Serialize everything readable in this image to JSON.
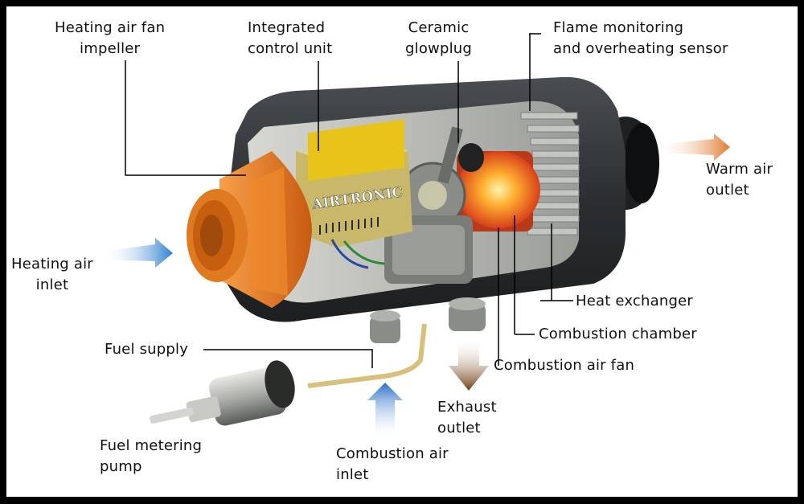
{
  "labels": {
    "fan_impeller_1": "Heating air fan",
    "fan_impeller_2": "impeller",
    "control_unit_1": "Integrated",
    "control_unit_2": "control unit",
    "glowplug_1": "Ceramic",
    "glowplug_2": "glowplug",
    "flame_sensor_1": "Flame monitoring",
    "flame_sensor_2": "and overheating sensor",
    "warm_air_1": "Warm air",
    "warm_air_2": "outlet",
    "heating_inlet_1": "Heating air",
    "heating_inlet_2": "inlet",
    "heat_exchanger": "Heat exchanger",
    "combustion_chamber": "Combustion chamber",
    "combustion_fan": "Combustion air fan",
    "fuel_supply": "Fuel supply",
    "exhaust_1": "Exhaust",
    "exhaust_2": "outlet",
    "fuel_pump_1": "Fuel metering",
    "fuel_pump_2": "pump",
    "combustion_inlet_1": "Combustion air",
    "combustion_inlet_2": "inlet"
  },
  "brand_text": "AIRTRONIC",
  "colors": {
    "frame": "#000000",
    "impeller": "#e8751a",
    "housing": "#2e3133",
    "warm_arrow": "#e07a2e",
    "cool_arrow": "#2a7fd0",
    "exhaust_arrow": "#7a4a1c"
  }
}
